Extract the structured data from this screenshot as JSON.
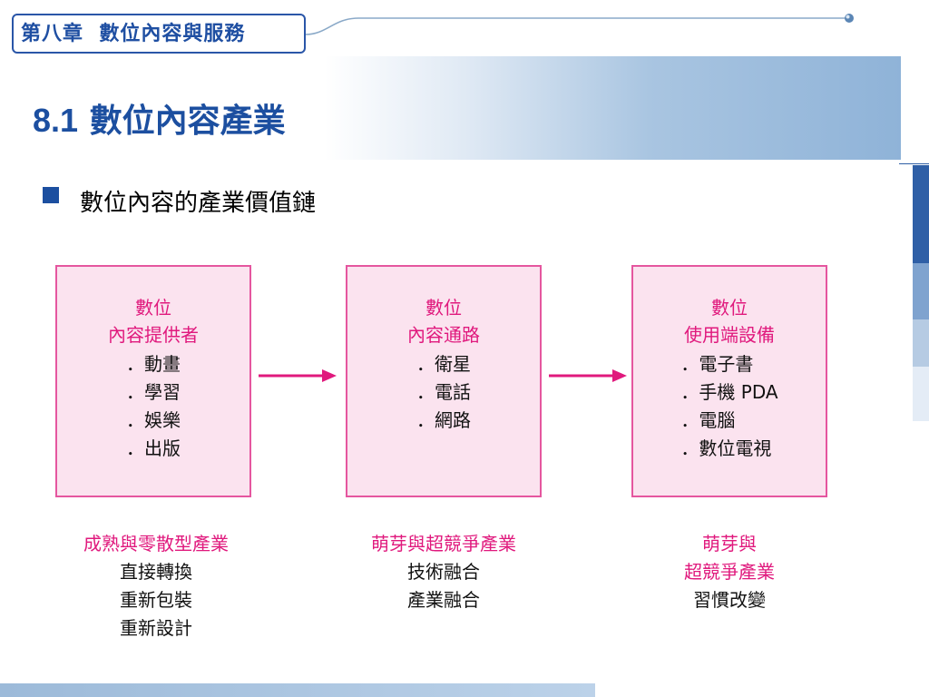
{
  "header": {
    "chapter_label": "第八章  數位內容與服務",
    "title_number": "8.1",
    "title_text": "數位內容產業"
  },
  "bullet": {
    "text": "數位內容的產業價值鏈"
  },
  "value_chain": [
    {
      "heading": [
        "數位",
        "內容提供者"
      ],
      "items": [
        "．動畫",
        "．學習",
        "．娛樂",
        "．出版"
      ],
      "caption_highlight": [
        "成熟與零散型產業"
      ],
      "caption_items": [
        "直接轉換",
        "重新包裝",
        "重新設計"
      ]
    },
    {
      "heading": [
        "數位",
        "內容通路"
      ],
      "items": [
        "．衛星",
        "．電話",
        "．網路"
      ],
      "caption_highlight": [
        "萌芽與超競爭產業"
      ],
      "caption_items": [
        "技術融合",
        "產業融合"
      ]
    },
    {
      "heading": [
        "數位",
        "使用端設備"
      ],
      "items": [
        "．電子書",
        "．手機 PDA",
        "．電腦",
        "．數位電視"
      ],
      "caption_highlight": [
        "萌芽與",
        "超競爭產業"
      ],
      "caption_items": [
        "習慣改變"
      ]
    }
  ],
  "colors": {
    "accent_blue": "#1c4fa0",
    "accent_pink": "#e0197d",
    "box_fill": "#fbe3ef",
    "box_border": "#e5569f"
  }
}
